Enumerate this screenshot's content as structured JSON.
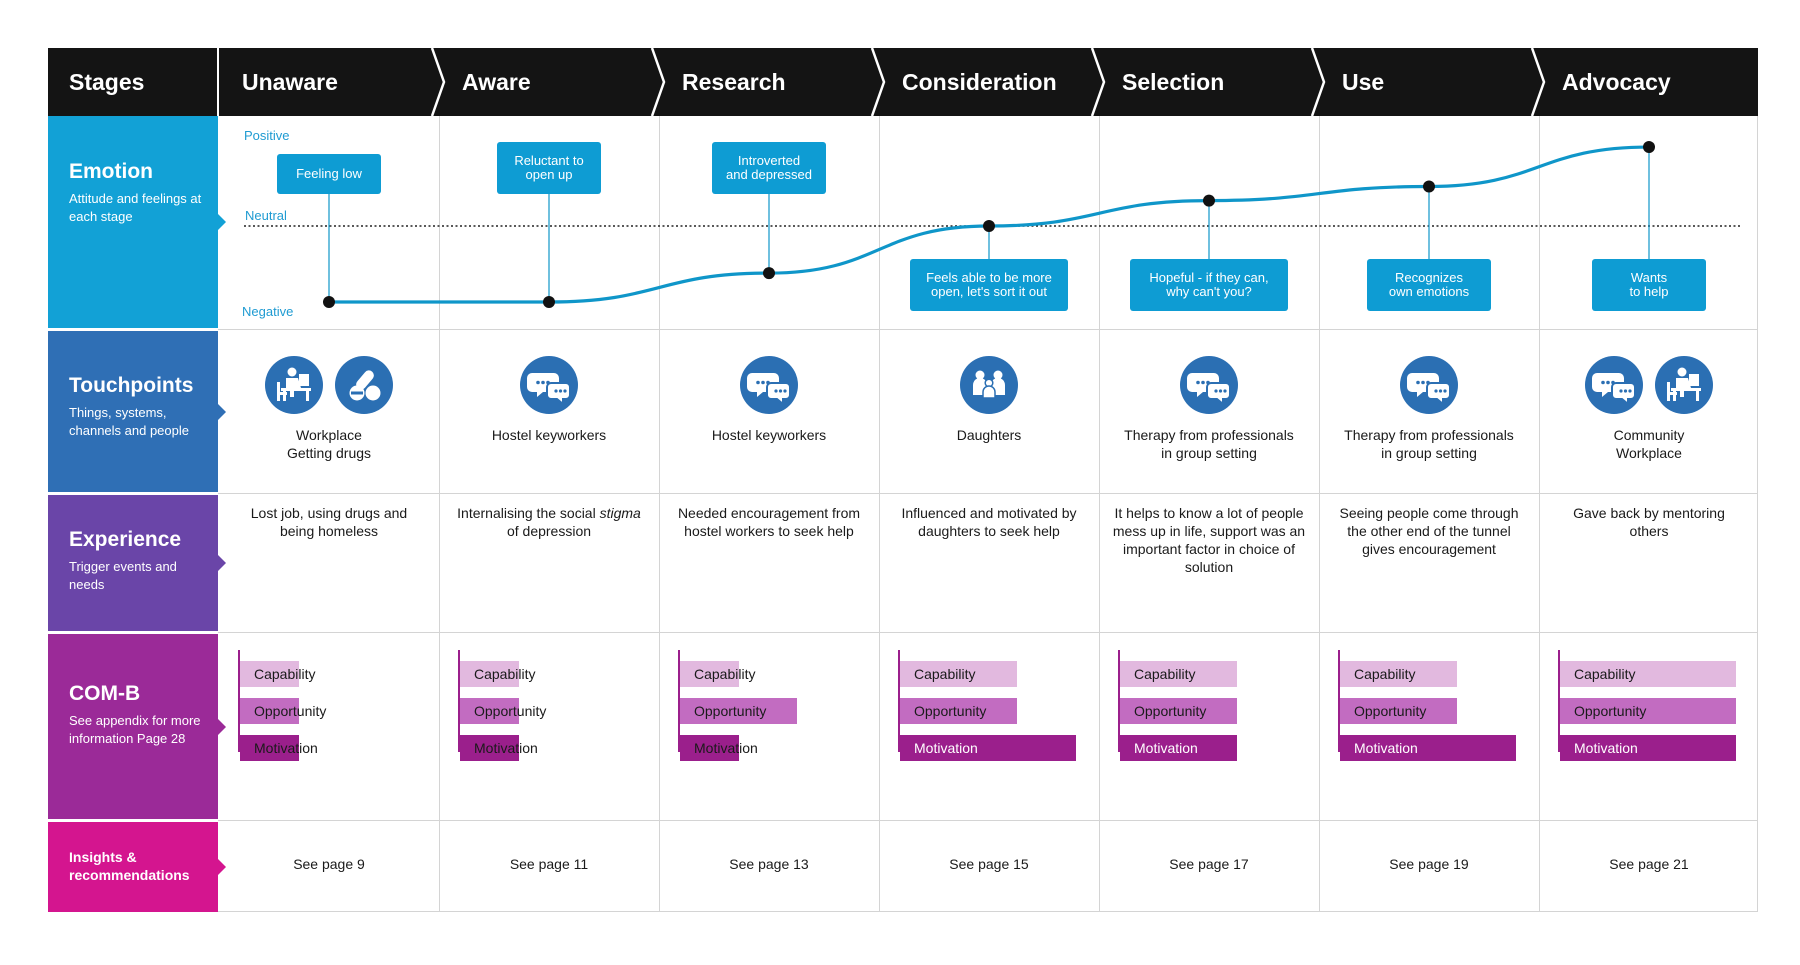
{
  "stages_label": "Stages",
  "stages": [
    "Unaware",
    "Aware",
    "Research",
    "Consideration",
    "Selection",
    "Use",
    "Advocacy"
  ],
  "rows": {
    "emotion": {
      "title": "Emotion",
      "subtitle": "Attitude and feelings at each stage",
      "color": "#12a1d6"
    },
    "touchpoints": {
      "title": "Touchpoints",
      "subtitle": "Things, systems, channels and people",
      "color": "#2f6fb5"
    },
    "experience": {
      "title": "Experience",
      "subtitle": "Trigger events and needs",
      "color": "#6a45a8"
    },
    "comb": {
      "title": "COM-B",
      "subtitle": "See appendix for more information Page 28",
      "color": "#9b2a98"
    },
    "insights": {
      "title": "Insights & recommendations",
      "color": "#d4158f"
    }
  },
  "emotion": {
    "levels": {
      "positive": "Positive",
      "neutral": "Neutral",
      "negative": "Negative"
    },
    "line_color": "#0f96c9",
    "points": [
      {
        "stage": "Unaware",
        "value": -1.0,
        "label": "Feeling low",
        "label_side": "above"
      },
      {
        "stage": "Aware",
        "value": -1.0,
        "label": "Reluctant to\nopen up",
        "label_side": "above"
      },
      {
        "stage": "Research",
        "value": -0.62,
        "label": "Introverted\nand depressed",
        "label_side": "above"
      },
      {
        "stage": "Consideration",
        "value": 0.0,
        "label": "Feels able to be more\nopen, let's sort it out",
        "label_side": "below"
      },
      {
        "stage": "Selection",
        "value": 0.27,
        "label": "Hopeful - if they can,\nwhy can't you?",
        "label_side": "below"
      },
      {
        "stage": "Use",
        "value": 0.42,
        "label": "Recognizes\nown emotions",
        "label_side": "below"
      },
      {
        "stage": "Advocacy",
        "value": 0.84,
        "label": "Wants\nto help",
        "label_side": "below"
      }
    ]
  },
  "touchpoints": [
    {
      "icons": [
        "desk-worker-icon",
        "pills-icon"
      ],
      "label": "Workplace\nGetting drugs"
    },
    {
      "icons": [
        "speech-bubbles-icon"
      ],
      "label": "Hostel keyworkers"
    },
    {
      "icons": [
        "speech-bubbles-icon"
      ],
      "label": "Hostel keyworkers"
    },
    {
      "icons": [
        "family-group-icon"
      ],
      "label": "Daughters"
    },
    {
      "icons": [
        "speech-bubbles-icon"
      ],
      "label": "Therapy from professionals\nin group setting"
    },
    {
      "icons": [
        "speech-bubbles-icon"
      ],
      "label": "Therapy from professionals\nin group setting"
    },
    {
      "icons": [
        "speech-bubbles-icon",
        "desk-worker-icon"
      ],
      "label": "Community\nWorkplace"
    }
  ],
  "experience": [
    {
      "text": "Lost job, using drugs and being homeless"
    },
    {
      "pre": "Internalising the social ",
      "em": "stigma",
      "post": " of depression"
    },
    {
      "text": "Needed encouragement from hostel workers to seek help"
    },
    {
      "text": "Influenced and motivated by daughters to seek help"
    },
    {
      "text": "It helps to know a lot of people mess up in life, support was an important factor in choice of solution"
    },
    {
      "text": "Seeing people come through the other end of the tunnel gives encouragement"
    },
    {
      "text": "Gave back by mentoring others"
    }
  ],
  "comb": {
    "labels": [
      "Capability",
      "Opportunity",
      "Motivation"
    ],
    "colors": [
      "#e2b9df",
      "#c26cc1",
      "#9b1f8c"
    ],
    "max": 3,
    "values": [
      [
        1,
        1,
        1
      ],
      [
        1,
        1,
        1
      ],
      [
        1,
        2,
        1
      ],
      [
        2,
        2,
        3
      ],
      [
        2,
        2,
        2
      ],
      [
        2,
        2,
        3
      ],
      [
        3,
        3,
        3
      ]
    ]
  },
  "insights": [
    "See page 9",
    "See page 11",
    "See page 13",
    "See page 15",
    "See page 17",
    "See page 19",
    "See page 21"
  ]
}
